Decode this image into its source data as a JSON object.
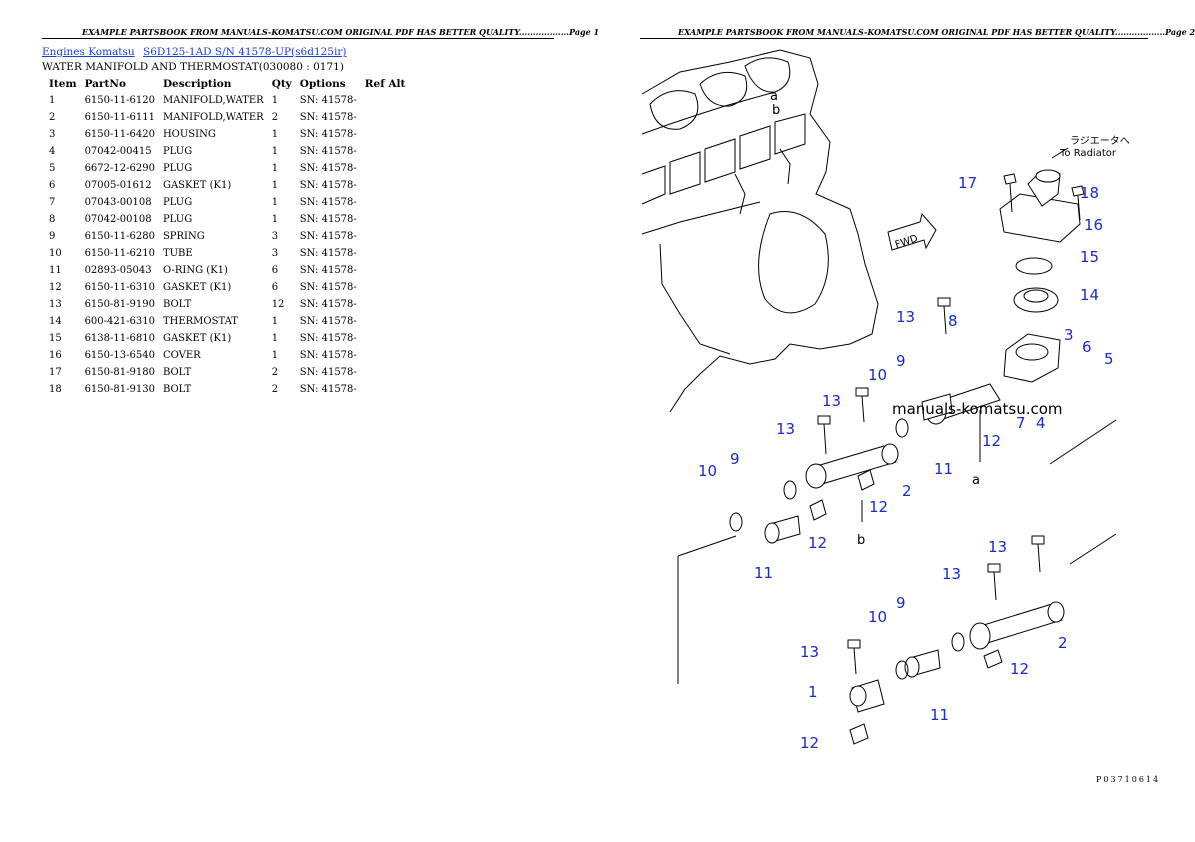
{
  "header": {
    "left": "EXAMPLE PARTSBOOK FROM MANUALS-KOMATSU.COM ORIGINAL PDF HAS BETTER QUALITY..................Page 1",
    "right": "EXAMPLE PARTSBOOK FROM MANUALS-KOMATSU.COM ORIGINAL PDF HAS BETTER QUALITY..................Page 2"
  },
  "breadcrumb": {
    "link1": "Engines Komatsu",
    "link2": "S6D125-1AD S/N 41578-UP(s6d125ir)"
  },
  "subtitle": "WATER MANIFOLD AND THERMOSTAT(030080 : 0171)",
  "table": {
    "columns": [
      "Item",
      "PartNo",
      "Description",
      "Qty",
      "Options",
      "Ref Alt"
    ],
    "rows": [
      [
        "1",
        "6150-11-6120",
        "MANIFOLD,WATER",
        "1",
        "SN: 41578-",
        ""
      ],
      [
        "2",
        "6150-11-6111",
        "MANIFOLD,WATER",
        "2",
        "SN: 41578-",
        ""
      ],
      [
        "3",
        "6150-11-6420",
        "HOUSING",
        "1",
        "SN: 41578-",
        ""
      ],
      [
        "4",
        "07042-00415",
        "PLUG",
        "1",
        "SN: 41578-",
        ""
      ],
      [
        "5",
        "6672-12-6290",
        "PLUG",
        "1",
        "SN: 41578-",
        ""
      ],
      [
        "6",
        "07005-01612",
        "GASKET (K1)",
        "1",
        "SN: 41578-",
        ""
      ],
      [
        "7",
        "07043-00108",
        "PLUG",
        "1",
        "SN: 41578-",
        ""
      ],
      [
        "8",
        "07042-00108",
        "PLUG",
        "1",
        "SN: 41578-",
        ""
      ],
      [
        "9",
        "6150-11-6280",
        "SPRING",
        "3",
        "SN: 41578-",
        ""
      ],
      [
        "10",
        "6150-11-6210",
        "TUBE",
        "3",
        "SN: 41578-",
        ""
      ],
      [
        "11",
        "02893-05043",
        "O-RING (K1)",
        "6",
        "SN: 41578-",
        ""
      ],
      [
        "12",
        "6150-11-6310",
        "GASKET (K1)",
        "6",
        "SN: 41578-",
        ""
      ],
      [
        "13",
        "6150-81-9190",
        "BOLT",
        "12",
        "SN: 41578-",
        ""
      ],
      [
        "14",
        "600-421-6310",
        "THERMOSTAT",
        "1",
        "SN: 41578-",
        ""
      ],
      [
        "15",
        "6138-11-6810",
        "GASKET (K1)",
        "1",
        "SN: 41578-",
        ""
      ],
      [
        "16",
        "6150-13-6540",
        "COVER",
        "1",
        "SN: 41578-",
        ""
      ],
      [
        "17",
        "6150-81-9180",
        "BOLT",
        "2",
        "SN: 41578-",
        ""
      ],
      [
        "18",
        "6150-81-9130",
        "BOLT",
        "2",
        "SN: 41578-",
        ""
      ]
    ]
  },
  "diagram": {
    "watermark": "manuals-komatsu.com",
    "radiator_jp": "ラジエータへ",
    "radiator_en": "To Radiator",
    "fwd": "FWD",
    "letters": [
      "a",
      "b"
    ],
    "callouts": [
      "17",
      "18",
      "16",
      "15",
      "14",
      "13",
      "8",
      "3",
      "6",
      "5",
      "9",
      "10",
      "13",
      "7",
      "4",
      "12",
      "11",
      "13",
      "2",
      "12",
      "9",
      "10",
      "12",
      "11",
      "13",
      "13",
      "9",
      "10",
      "2",
      "12",
      "13",
      "1",
      "11",
      "12"
    ],
    "page_code": "P03710614"
  }
}
